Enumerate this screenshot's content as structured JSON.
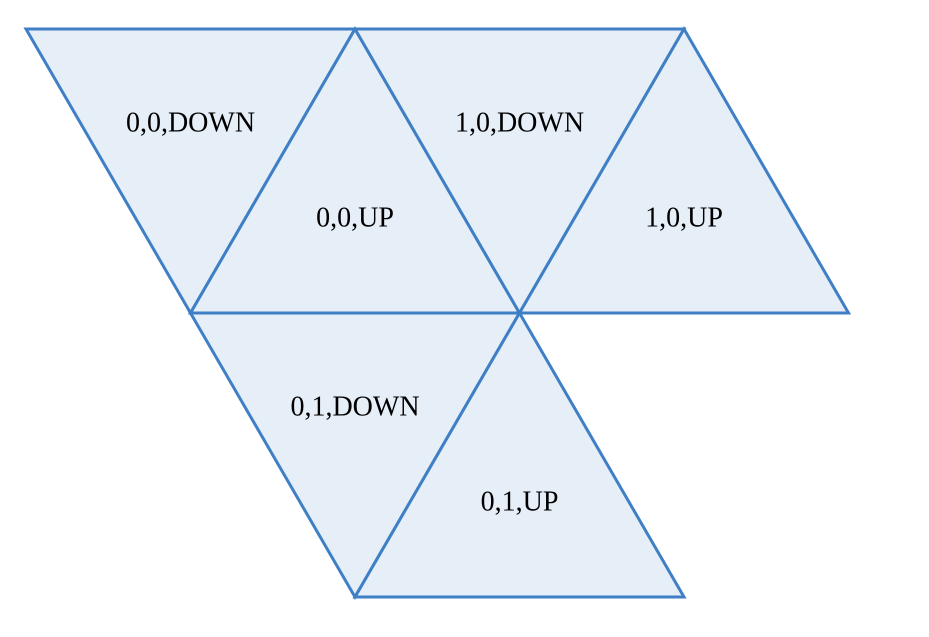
{
  "colors": {
    "fill": "#e6eef8",
    "stroke": "#3f7fc6",
    "background": "#ffffff"
  },
  "triangles": [
    {
      "label": "0,0,DOWN",
      "x": 0,
      "y": 0,
      "orientation": "DOWN"
    },
    {
      "label": "0,0,UP",
      "x": 0,
      "y": 0,
      "orientation": "UP"
    },
    {
      "label": "1,0,DOWN",
      "x": 1,
      "y": 0,
      "orientation": "DOWN"
    },
    {
      "label": "1,0,UP",
      "x": 1,
      "y": 0,
      "orientation": "UP"
    },
    {
      "label": "0,1,DOWN",
      "x": 0,
      "y": 1,
      "orientation": "DOWN"
    },
    {
      "label": "0,1,UP",
      "x": 0,
      "y": 1,
      "orientation": "UP"
    }
  ]
}
